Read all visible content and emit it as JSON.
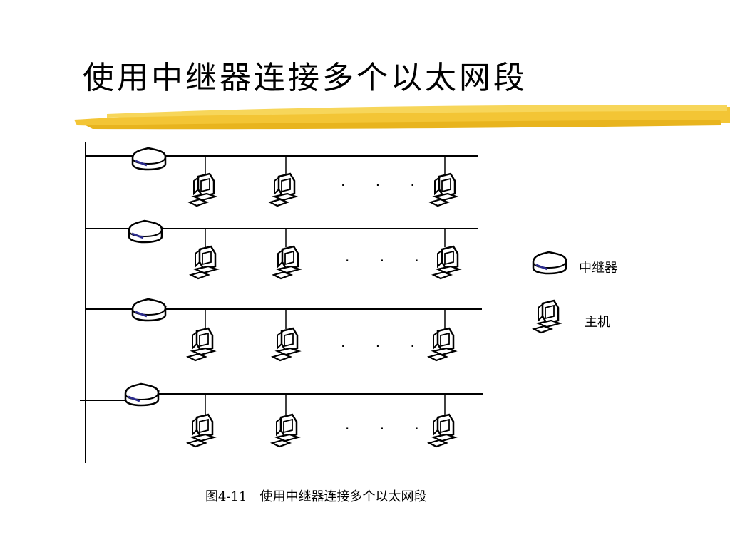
{
  "slide": {
    "title": "使用中继器连接多个以太网段"
  },
  "legend": {
    "repeater_label": "中继器",
    "host_label": "主机"
  },
  "caption": {
    "figure_number": "图4-11",
    "figure_title": "使用中继器连接多个以太网段"
  },
  "diagram": {
    "segments": [
      {
        "ellipsis": "· · ·"
      },
      {
        "ellipsis": "· · ·"
      },
      {
        "ellipsis": "· · ·"
      },
      {
        "ellipsis": "· · ·"
      }
    ],
    "icons": {
      "repeater": "repeater-icon",
      "host": "computer-icon"
    }
  },
  "colors": {
    "brush": "#f2c22a",
    "line": "#000000",
    "device_fill": "#ffffff",
    "device_stripe": "#2c2c8c"
  }
}
